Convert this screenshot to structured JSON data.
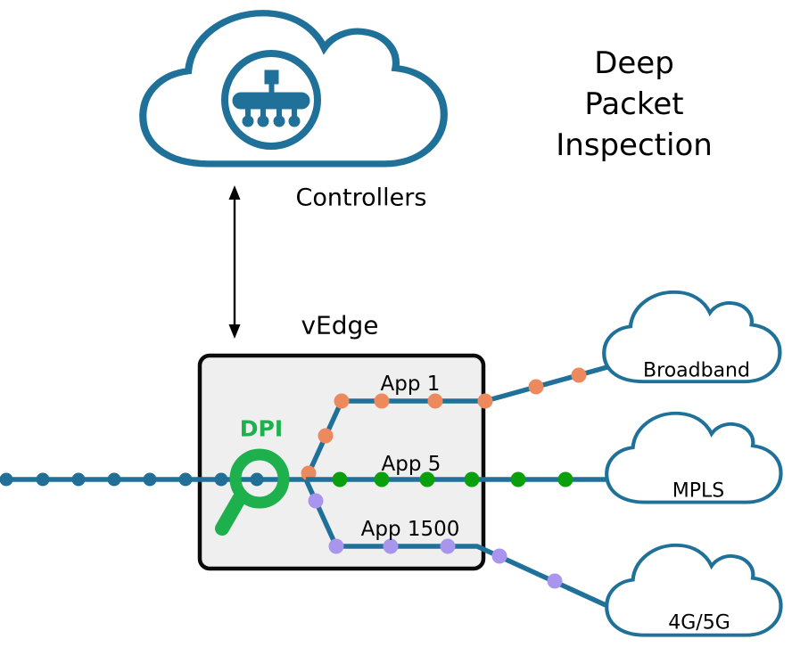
{
  "title": {
    "line1": "Deep Packet",
    "line2": "Inspection"
  },
  "controllers": {
    "label": "Controllers"
  },
  "vedge": {
    "label": "vEdge",
    "dpi_label": "DPI"
  },
  "flows": [
    {
      "label": "App 1",
      "dot_color": "#ec8a5e",
      "destination": "Broadband"
    },
    {
      "label": "App 5",
      "dot_color": "#0aa00d",
      "destination": "MPLS"
    },
    {
      "label": "App 1500",
      "dot_color": "#a995ee",
      "destination": "4G/5G"
    }
  ],
  "clouds": [
    {
      "label": "Broadband"
    },
    {
      "label": "MPLS"
    },
    {
      "label": "4G/5G"
    }
  ],
  "colors": {
    "teal": "#20719a",
    "dot_blue": "#1f6f96",
    "dot_orange": "#ec8a5e",
    "dot_green": "#0aa00d",
    "dot_purple": "#a995ee",
    "dpi_green": "#1db04d",
    "box_fill": "#efefef",
    "box_stroke": "#0a0a0a",
    "text": "#000000"
  }
}
